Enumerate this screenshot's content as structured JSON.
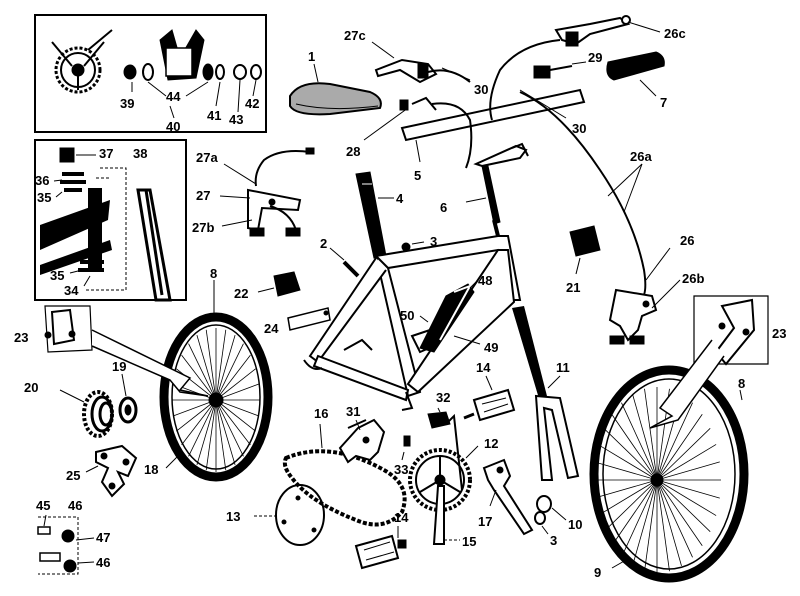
{
  "parts": {
    "p1": "1",
    "p2": "2",
    "p3a": "3",
    "p3b": "3",
    "p4": "4",
    "p5": "5",
    "p6": "6",
    "p7": "7",
    "p8a": "8",
    "p8b": "8",
    "p9": "9",
    "p10": "10",
    "p11": "11",
    "p12": "12",
    "p13": "13",
    "p14a": "14",
    "p14b": "14",
    "p15": "15",
    "p16": "16",
    "p17": "17",
    "p18": "18",
    "p19": "19",
    "p20": "20",
    "p21": "21",
    "p22": "22",
    "p23a": "23",
    "p23b": "23",
    "p24": "24",
    "p25": "25",
    "p26": "26",
    "p26a": "26a",
    "p26b": "26b",
    "p26c": "26c",
    "p27": "27",
    "p27a": "27a",
    "p27b": "27b",
    "p27c": "27c",
    "p28": "28",
    "p29": "29",
    "p30a": "30",
    "p30b": "30",
    "p31": "31",
    "p32": "32",
    "p33": "33",
    "p34": "34",
    "p35a": "35",
    "p35b": "35",
    "p36": "36",
    "p37": "37",
    "p38": "38",
    "p39": "39",
    "p40": "40",
    "p41": "41",
    "p42": "42",
    "p43": "43",
    "p44": "44",
    "p45": "45",
    "p46a": "46",
    "p46b": "46",
    "p47": "47",
    "p48": "48",
    "p49": "49",
    "p50": "50"
  }
}
